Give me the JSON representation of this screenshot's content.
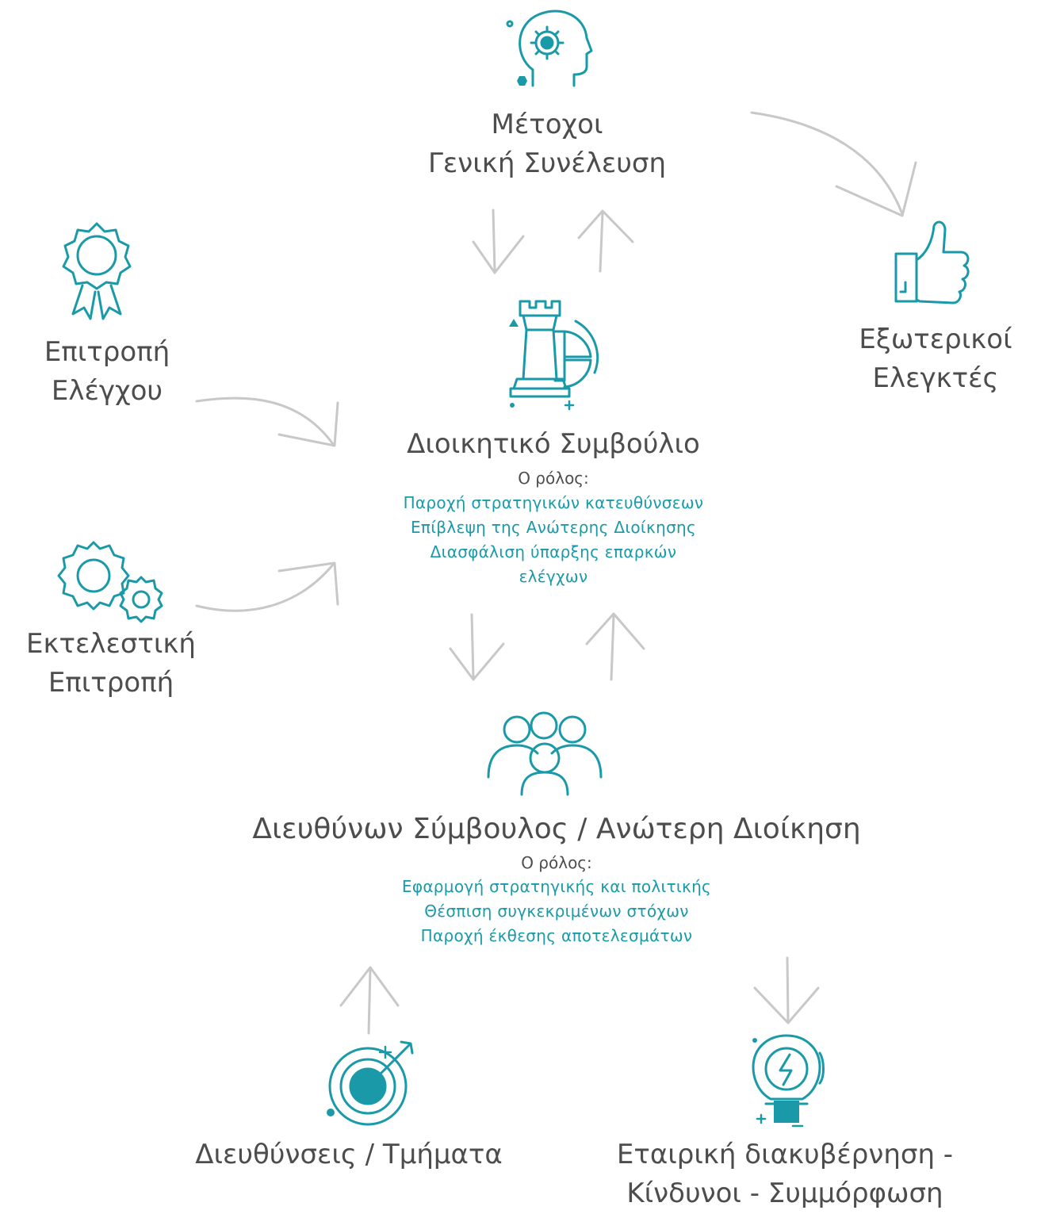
{
  "shareholders": {
    "line1": "Μέτοχοι",
    "line2": "Γενική Συνέλευση",
    "icon": "head-gear-icon"
  },
  "external_auditors": {
    "line1": "Εξωτερικοί",
    "line2": "Ελεγκτές",
    "icon": "thumbs-up-icon"
  },
  "audit_committee": {
    "line1": "Επιτροπή",
    "line2": "Ελέγχου",
    "icon": "award-ribbon-icon"
  },
  "executive_committee": {
    "line1": "Εκτελεστική",
    "line2": "Επιτροπή",
    "icon": "gears-icon"
  },
  "board": {
    "title": "Διοικητικό Συμβούλιο",
    "role_label": "Ο ρόλος:",
    "roles": [
      "Παροχή στρατηγικών κατευθύνσεων",
      "Επίβλεψη της Ανώτερης Διοίκησης",
      "Διασφάλιση ύπαρξης επαρκών",
      "ελέγχων"
    ],
    "icon": "chess-rook-chart-icon"
  },
  "ceo": {
    "title": "Διευθύνων Σύμβουλος / Ανώτερη Διοίκηση",
    "role_label": "Ο ρόλος:",
    "roles": [
      "Εφαρμογή στρατηγικής και πολιτικής",
      "Θέσπιση συγκεκριμένων στόχων",
      "Παροχή έκθεσης αποτελεσμάτων"
    ],
    "icon": "team-icon"
  },
  "departments": {
    "title": "Διευθύνσεις / Τμήματα",
    "icon": "target-icon"
  },
  "governance": {
    "line1": "Εταιρική διακυβέρνηση -",
    "line2": "Κίνδυνοι - Συμμόρφωση",
    "icon": "lightbulb-icon"
  },
  "colors": {
    "accent": "#1a9aa8",
    "text": "#4d4d4d",
    "arrow": "#c8c8c8"
  }
}
